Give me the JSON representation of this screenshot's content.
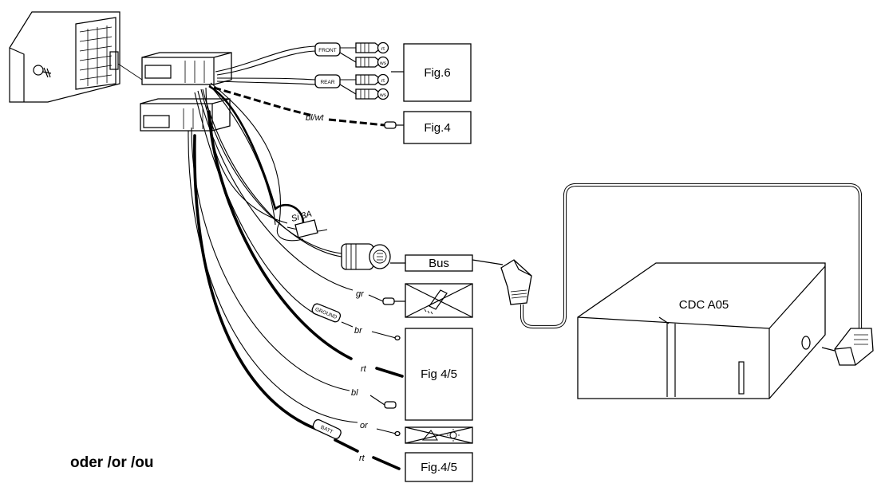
{
  "labels": {
    "fig6": "Fig.6",
    "fig4": "Fig.4",
    "bus": "Bus",
    "fig45_box": "Fig 4/5",
    "fig45_small": "Fig.4/5",
    "cdc": "CDC A05",
    "alt": "oder /or /ou"
  },
  "tags": {
    "front": "FRONT",
    "rear": "REAR",
    "ground": "GROUND",
    "batt": "BATT",
    "fuse": "Si 3A"
  },
  "rca_labels": {
    "rt": "rt",
    "ws": "ws"
  },
  "wire_labels": {
    "blwt": "bl/wt",
    "gr": "gr",
    "br": "br",
    "rt1": "rt",
    "bl": "bl",
    "or": "or",
    "rt2": "rt"
  },
  "icons": [
    "car-radio-chassis-icon",
    "phone-mute-crossed-icon",
    "illumination-crossed-icon",
    "bus-plug-icon",
    "angled-plug-icon",
    "cd-changer-box-icon"
  ]
}
